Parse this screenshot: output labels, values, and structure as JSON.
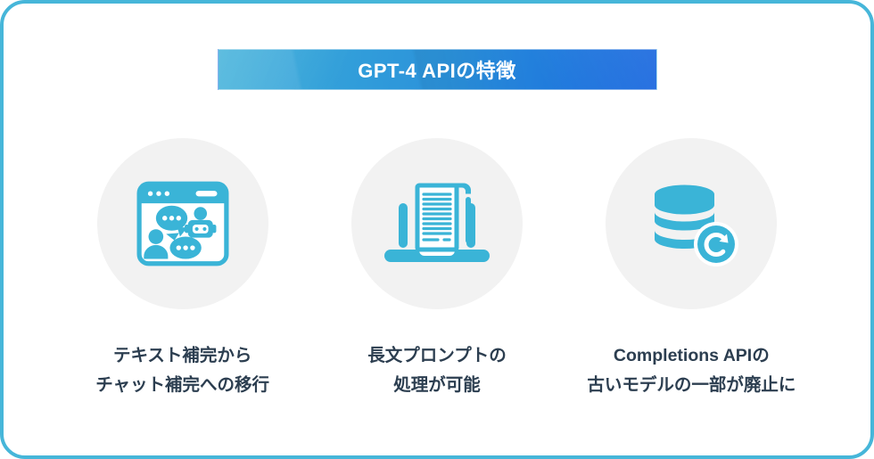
{
  "banner": {
    "title": "GPT-4 APIの特徴",
    "gradient_start": "#3aaed8",
    "gradient_end": "#1564de",
    "text_color": "#ffffff"
  },
  "features": [
    {
      "icon": "chat-window-icon",
      "label_line1": "テキスト補完から",
      "label_line2": "チャット補完への移行"
    },
    {
      "icon": "laptop-document-icon",
      "label_line1": "長文プロンプトの",
      "label_line2": "処理が可能"
    },
    {
      "icon": "database-refresh-icon",
      "label_line1": "Completions APIの",
      "label_line2": "古いモデルの一部が廃止に"
    }
  ],
  "colors": {
    "icon": "#3ab4d7",
    "circle_bg": "#f2f2f2",
    "label_text": "#2c3e50",
    "card_border": "#46b6d9",
    "card_bg": "#ffffff"
  }
}
